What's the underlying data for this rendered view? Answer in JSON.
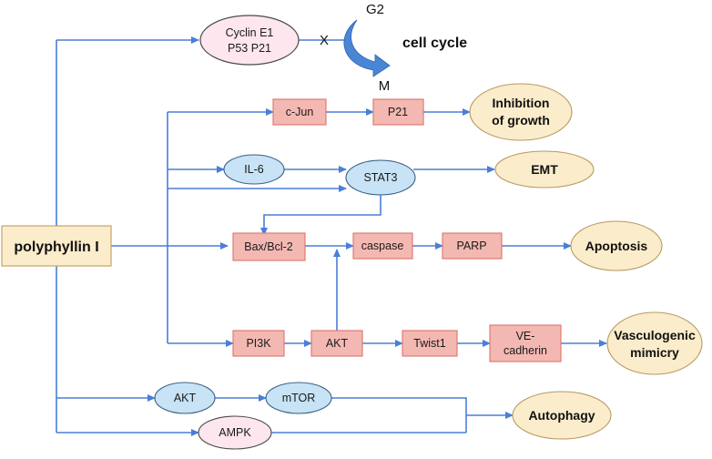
{
  "colors": {
    "line": "#4a7fd8",
    "rect_fill": "#f4b8b2",
    "rect_stroke": "#d9756b",
    "blue_fill": "#c7e3f5",
    "blue_stroke": "#3b5f86",
    "pink_fill": "#fde6ee",
    "outcome_fill": "#fbeccb",
    "outcome_stroke": "#b89a63",
    "main_fill": "#fbeccb",
    "main_stroke": "#c8a36a",
    "cycle_arrow": "#4a86d6"
  },
  "main_node": {
    "label": "polyphyllin I"
  },
  "cell_cycle": {
    "cyclin_line1": "Cyclin E1",
    "cyclin_line2": "P53 P21",
    "block_mark": "X",
    "phase_top": "G2",
    "phase_bottom": "M",
    "label": "cell cycle"
  },
  "nodes": {
    "cjun": "c-Jun",
    "p21": "P21",
    "il6": "IL-6",
    "stat3": "STAT3",
    "baxbcl2": "Bax/Bcl-2",
    "caspase": "caspase",
    "parp": "PARP",
    "pi3k": "PI3K",
    "akt_mid": "AKT",
    "twist1": "Twist1",
    "vecad_line1": "VE-",
    "vecad_line2": "cadherin",
    "akt_bottom": "AKT",
    "mtor": "mTOR",
    "ampk": "AMPK"
  },
  "outcomes": {
    "inhibition_line1": "Inhibition",
    "inhibition_line2": "of growth",
    "emt": "EMT",
    "apoptosis": "Apoptosis",
    "vm_line1": "Vasculogenic",
    "vm_line2": "mimicry",
    "autophagy": "Autophagy"
  }
}
